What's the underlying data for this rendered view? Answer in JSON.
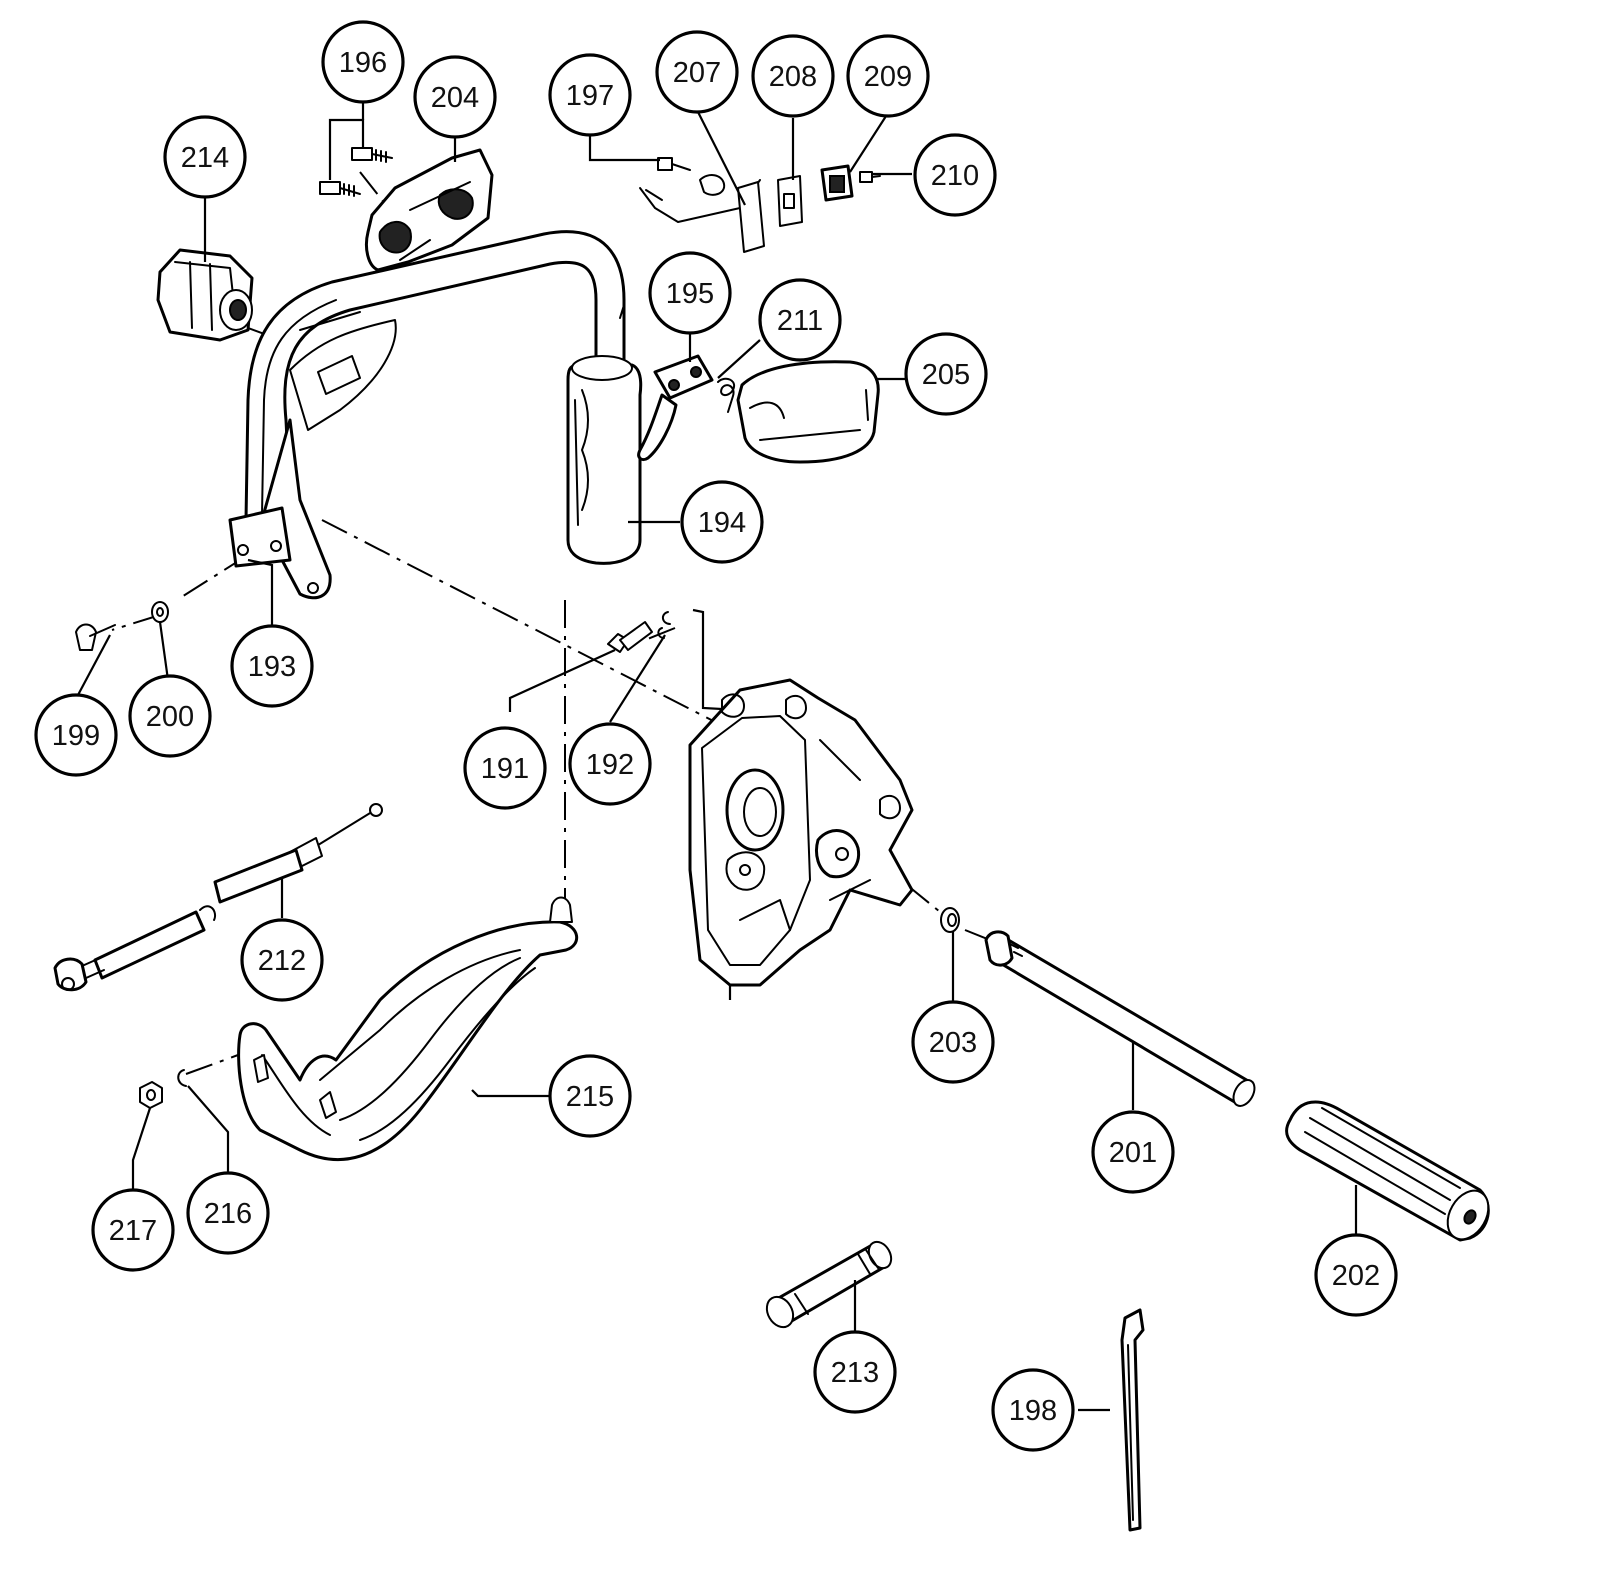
{
  "callouts": [
    {
      "id": "c191",
      "label": "191"
    },
    {
      "id": "c192",
      "label": "192"
    },
    {
      "id": "c193",
      "label": "193"
    },
    {
      "id": "c194",
      "label": "194"
    },
    {
      "id": "c195",
      "label": "195"
    },
    {
      "id": "c196",
      "label": "196"
    },
    {
      "id": "c197",
      "label": "197"
    },
    {
      "id": "c198",
      "label": "198"
    },
    {
      "id": "c199",
      "label": "199"
    },
    {
      "id": "c200",
      "label": "200"
    },
    {
      "id": "c201",
      "label": "201"
    },
    {
      "id": "c202",
      "label": "202"
    },
    {
      "id": "c203",
      "label": "203"
    },
    {
      "id": "c204",
      "label": "204"
    },
    {
      "id": "c205",
      "label": "205"
    },
    {
      "id": "c207",
      "label": "207"
    },
    {
      "id": "c208",
      "label": "208"
    },
    {
      "id": "c209",
      "label": "209"
    },
    {
      "id": "c210",
      "label": "210"
    },
    {
      "id": "c211",
      "label": "211"
    },
    {
      "id": "c212",
      "label": "212"
    },
    {
      "id": "c213",
      "label": "213"
    },
    {
      "id": "c214",
      "label": "214"
    },
    {
      "id": "c215",
      "label": "215"
    },
    {
      "id": "c216",
      "label": "216"
    },
    {
      "id": "c217",
      "label": "217"
    }
  ]
}
